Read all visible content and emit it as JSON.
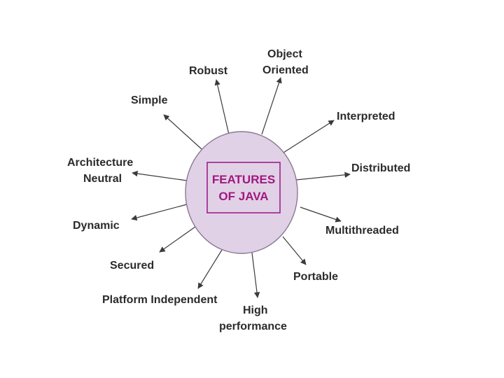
{
  "center": {
    "line1": "FEATURES",
    "line2": "OF JAVA"
  },
  "features": {
    "robust": "Robust",
    "object_oriented_1": "Object",
    "object_oriented_2": "Oriented",
    "simple": "Simple",
    "interpreted": "Interpreted",
    "architecture_neutral_1": "Architecture",
    "architecture_neutral_2": "Neutral",
    "distributed": "Distributed",
    "dynamic": "Dynamic",
    "multithreaded": "Multithreaded",
    "secured": "Secured",
    "portable": "Portable",
    "platform_independent": "Platform Independent",
    "high_performance_1": "High",
    "high_performance_2": "performance"
  },
  "colors": {
    "circle_fill": "#e1d1e6",
    "center_text": "#a0187f",
    "arrow": "#3a3a3a",
    "label": "#2b2b2b"
  }
}
